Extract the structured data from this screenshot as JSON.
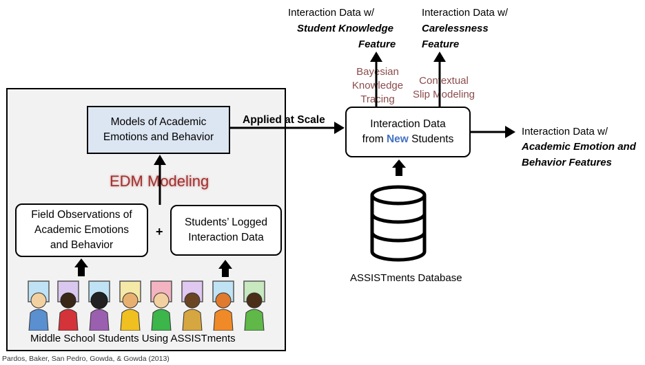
{
  "left_panel": {
    "models_box": "Models of Academic\nEmotions and Behavior",
    "edm_label": "EDM Modeling",
    "field_obs_box": "Field Observations of\nAcademic Emotions\nand Behavior",
    "plus": "+",
    "logged_box": "Students’ Logged\nInteraction Data",
    "caption": "Middle School Students Using ASSISTments"
  },
  "applied_label": "Applied at Scale",
  "central_box": {
    "line1": "Interaction Data",
    "line2_pre": "from ",
    "line2_new": "New",
    "line2_post": " Students"
  },
  "database_label": "ASSISTments Database",
  "outputs": {
    "knowledge": {
      "line1": "Interaction Data w/",
      "line2": "Student Knowledge",
      "line3": "Feature",
      "method": "Bayesian\nKnowledge\nTracing"
    },
    "carelessness": {
      "line1": "Interaction Data w/",
      "line2": "Carelessness",
      "line3": "Feature",
      "method": "Contextual\nSlip Modeling"
    },
    "emotion": {
      "line1": "Interaction Data w/",
      "line2": "Academic Emotion and",
      "line3": "Behavior Features"
    }
  },
  "citation": "Pardos, Baker, San Pedro, Gowda, & Gowda (2013)",
  "colors": {
    "models_fill": "#dce6f2",
    "panel_fill": "#f2f2f2",
    "edm_text": "#a0302e",
    "method_text": "#8b4b4b",
    "new_text": "#4472c4"
  }
}
